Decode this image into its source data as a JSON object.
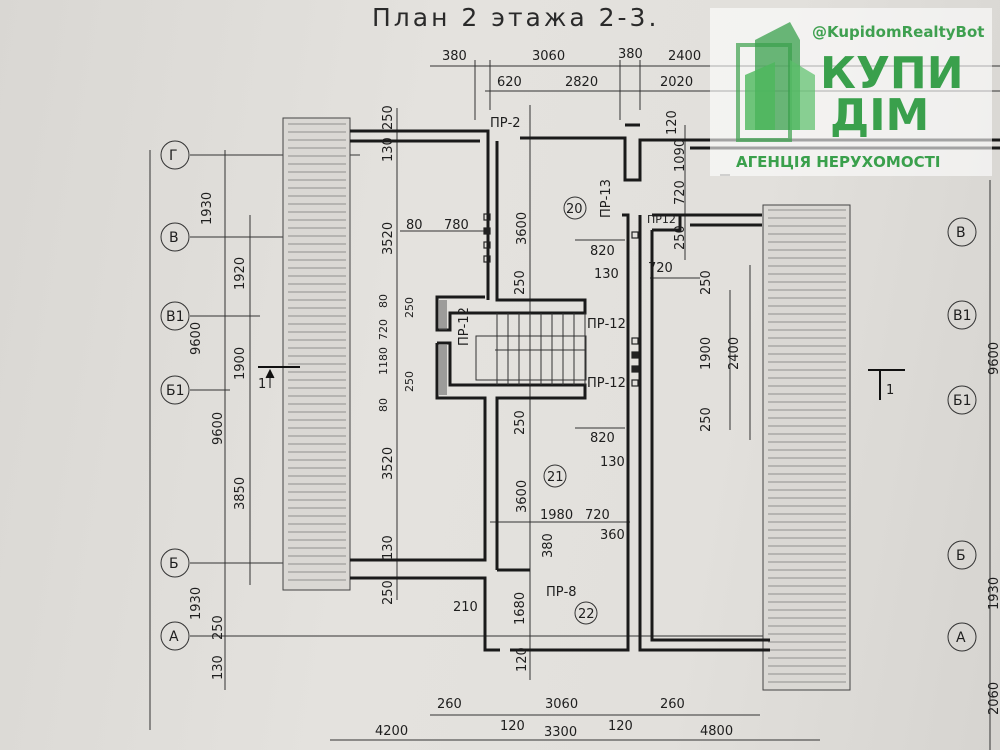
{
  "title": "План 2 этажа 2-3.",
  "axes_left": [
    "Г",
    "В",
    "В1",
    "Б1",
    "Б",
    "А"
  ],
  "axes_right": [
    "В",
    "В1",
    "Б1",
    "Б",
    "А"
  ],
  "rooms": [
    "20",
    "21",
    "22"
  ],
  "openings": {
    "pr2": "ПР-2",
    "pr13": "ПР-13",
    "pr12a": "ПР12",
    "pr12b": "ПР-12",
    "pr12c": "ПР-12",
    "pr12d": "ПР-12",
    "pr8": "ПР-8"
  },
  "section_mark": "1",
  "dims_top": [
    "380",
    "3060",
    "380",
    "2400",
    "620",
    "2820",
    "2020"
  ],
  "dims_left": [
    "1930",
    "9600",
    "1920",
    "1900",
    "9600",
    "3850",
    "1930",
    "250",
    "130"
  ],
  "dims_left_wall": [
    "250",
    "130",
    "3520",
    "80",
    "720",
    "1180",
    "80",
    "3520",
    "130",
    "250",
    "250",
    "250",
    "80",
    "780"
  ],
  "dims_center": [
    "3600",
    "250",
    "250",
    "3600",
    "380",
    "1680",
    "120",
    "820",
    "130",
    "720",
    "820",
    "130",
    "1980",
    "720",
    "360",
    "210"
  ],
  "dims_right": [
    "120",
    "1090",
    "720",
    "250",
    "250",
    "1900",
    "2400",
    "250",
    "9600",
    "1930",
    "2060"
  ],
  "dims_bottom": [
    "260",
    "3060",
    "260",
    "120",
    "3300",
    "120",
    "4200",
    "4800"
  ],
  "watermark": {
    "handle": "@KupidomRealtyBot",
    "brand_line1": "КУПИ",
    "brand_line2": "ДІМ",
    "tagline": "АГЕНЦІЯ НЕРУХОМОСТІ",
    "color": "#3aa04c"
  }
}
